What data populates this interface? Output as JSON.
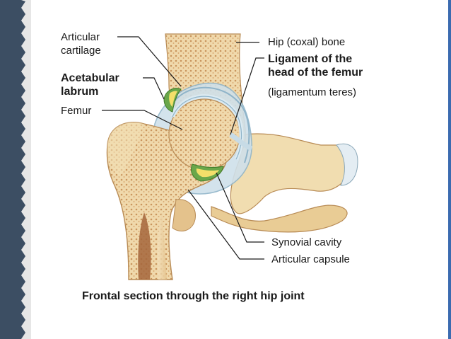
{
  "colors": {
    "slide_border": "#3c4e63",
    "slide_accent": "#3b6bb0",
    "bone": "#f2dfb7",
    "spongy": "#d7b07c",
    "marrow": "#a5653b",
    "cartilage": "#cfe3ec",
    "labrum": "#6aa74a",
    "capsule": "#8fb4c9"
  },
  "labels": {
    "articular_cartilage": [
      "Articular",
      "cartilage"
    ],
    "acetabular_labrum": [
      "Acetabular",
      "labrum"
    ],
    "femur": "Femur",
    "hip_bone": "Hip (coxal) bone",
    "ligament_head": [
      "Ligament of the",
      "head of the femur"
    ],
    "ligamentum_teres": "(ligamentum teres)",
    "synovial_cavity": "Synovial cavity",
    "articular_capsule": "Articular capsule"
  },
  "caption": "Frontal section through the right hip joint"
}
